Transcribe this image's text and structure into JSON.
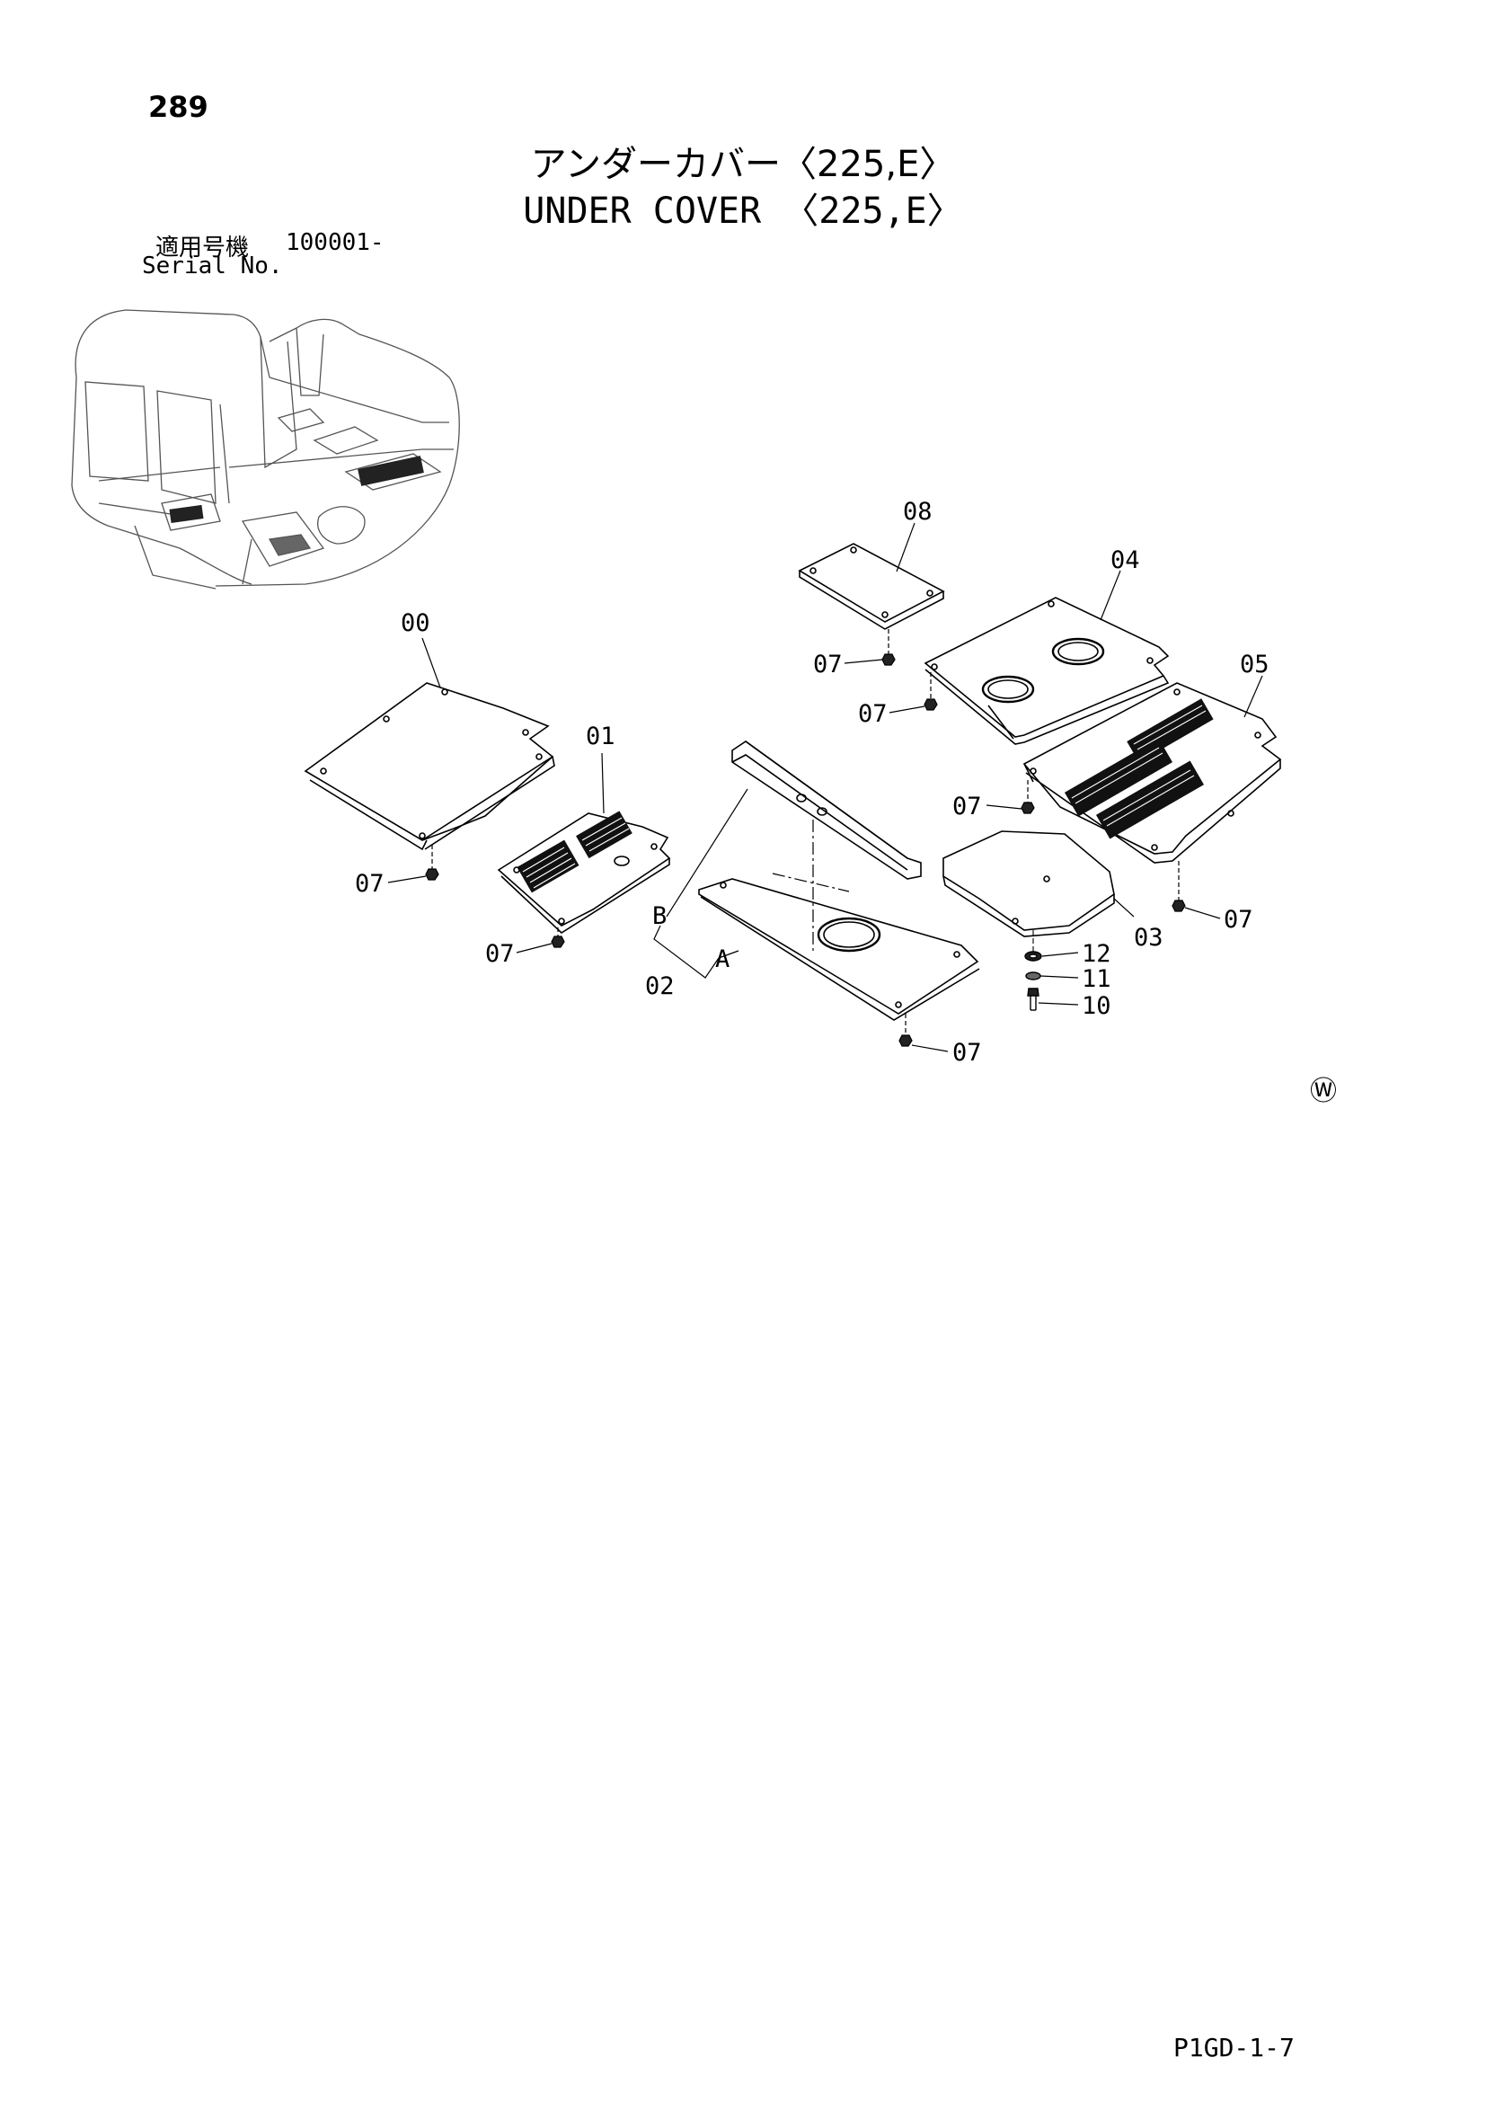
{
  "header": {
    "page_number": "289",
    "title_jp": "アンダーカバー〈225,E〉",
    "title_en": "UNDER COVER 〈225,E〉",
    "serial_label_jp": "適用号機",
    "serial_value": "100001-",
    "serial_label_en": "Serial No."
  },
  "callouts": {
    "c00": "00",
    "c01": "01",
    "c02": "02",
    "c03": "03",
    "c04": "04",
    "c05": "05",
    "c07a": "07",
    "c07b": "07",
    "c07c": "07",
    "c07d": "07",
    "c07e": "07",
    "c07f": "07",
    "c07g": "07",
    "c08": "08",
    "c10": "10",
    "c11": "11",
    "c12": "12",
    "cA": "A",
    "cB": "B"
  },
  "mark": "Ⓦ",
  "footer": {
    "sheet_code": "P1GD-1-7"
  }
}
